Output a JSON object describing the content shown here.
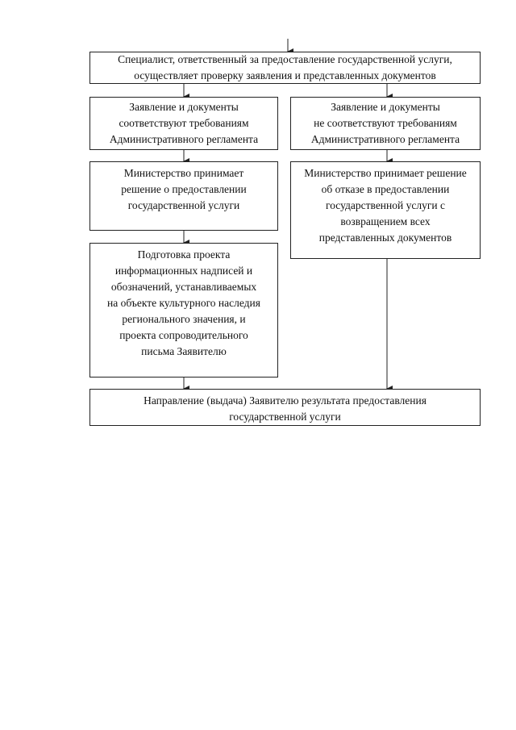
{
  "flowchart": {
    "nodes": {
      "check": {
        "lines": [
          "Специалист, ответственный за предоставление государственной услуги,",
          "осуществляет проверку заявления и представленных документов"
        ]
      },
      "compliant": {
        "lines": [
          "Заявление и документы",
          "соответствуют требованиям",
          "Административного регламента"
        ]
      },
      "noncompliant": {
        "lines": [
          "Заявление и документы",
          "не соответствуют требованиям",
          "Административного регламента"
        ]
      },
      "decision_grant": {
        "lines": [
          "Министерство принимает",
          "решение о предоставлении",
          "государственной услуги"
        ]
      },
      "decision_refuse": {
        "lines": [
          "Министерство принимает решение",
          "об отказе в предоставлении",
          "государственной услуги с",
          "возвращением всех",
          "представленных документов"
        ]
      },
      "preparation": {
        "lines": [
          "Подготовка проекта",
          "информационных надписей и",
          "обозначений, устанавливаемых",
          "на объекте культурного наследия",
          "регионального значения, и",
          "проекта сопроводительного",
          "письма Заявителю"
        ]
      },
      "result": {
        "lines": [
          "Направление (выдача) Заявителю результата предоставления",
          "государственной услуги"
        ]
      }
    },
    "edges": [
      {
        "from": "entry",
        "to": "check"
      },
      {
        "from": "check",
        "to": "compliant"
      },
      {
        "from": "check",
        "to": "noncompliant"
      },
      {
        "from": "compliant",
        "to": "decision_grant"
      },
      {
        "from": "noncompliant",
        "to": "decision_refuse"
      },
      {
        "from": "decision_grant",
        "to": "preparation"
      },
      {
        "from": "preparation",
        "to": "result"
      },
      {
        "from": "decision_refuse",
        "to": "result"
      }
    ]
  }
}
